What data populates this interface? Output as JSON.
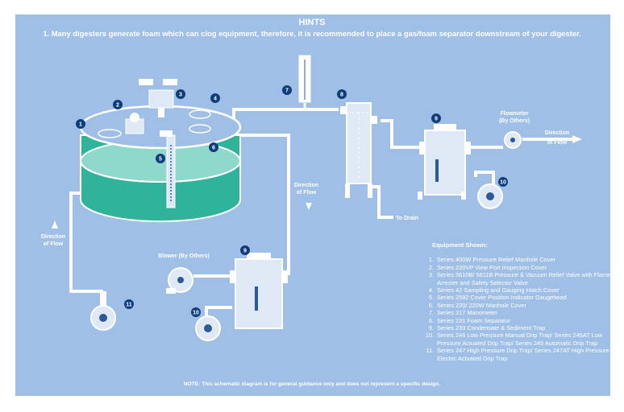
{
  "hints": {
    "title": "HINTS",
    "text": "1. Many digesters generate foam which can clog equipment, therefore, it is recommended to place a gas/foam separator downstream of your digester."
  },
  "labels": {
    "direction_of_flow": [
      "Direction",
      "of Flow"
    ],
    "to_drain": "To Drain",
    "blower": "Blower (By Others)",
    "flowmeter": [
      "Flowmeter",
      "(By Others)"
    ]
  },
  "callouts": [
    "1",
    "2",
    "3",
    "4",
    "5",
    "6",
    "7",
    "8",
    "9",
    "10",
    "11"
  ],
  "equipment": {
    "title": "Equipment Shown:",
    "items": [
      {
        "n": "1.",
        "text": "Series 400W Pressure Relief Manhole Cover"
      },
      {
        "n": "2.",
        "text": "Series 220VP View Port Inspection Cover"
      },
      {
        "n": "3.",
        "text": "Series 5610B/ 5611B Pressure & Vacuum Relief Valve with Flame Arrester and Safety Selector Valve"
      },
      {
        "n": "4.",
        "text": "Series 42 Sampling and Gauging Hatch Cover"
      },
      {
        "n": "5.",
        "text": "Series 2592 Cover Position Indicator Gaugehead"
      },
      {
        "n": "6.",
        "text": "Series 220/ 220W Manhole Cover"
      },
      {
        "n": "7.",
        "text": "Series 217 Manometer"
      },
      {
        "n": "8.",
        "text": "Series 231 Foam Separator"
      },
      {
        "n": "9.",
        "text": "Series 233 Condensate & Sediment Trap"
      },
      {
        "n": "10.",
        "text": "Series 246 Low Pressure Manual Drip Trap/ Series 246AT Low Pressure Actuated Drip Trap/ Series 245 Automatic Drip Trap"
      },
      {
        "n": "11.",
        "text": "Series 247 High Pressure Drip Trap/ Series 247AT High Pressure Electric Actuated Drip Trap"
      }
    ]
  },
  "note": "NOTE: This schematic diagram is for general guidance only and does not represent a specific design.",
  "colors": {
    "panel": "#9fbfe6",
    "pipe": "#ffffff",
    "tank_water": "#2fb39a",
    "tank_foam": "#8fd8cc",
    "callout": "#0f3d7a"
  }
}
